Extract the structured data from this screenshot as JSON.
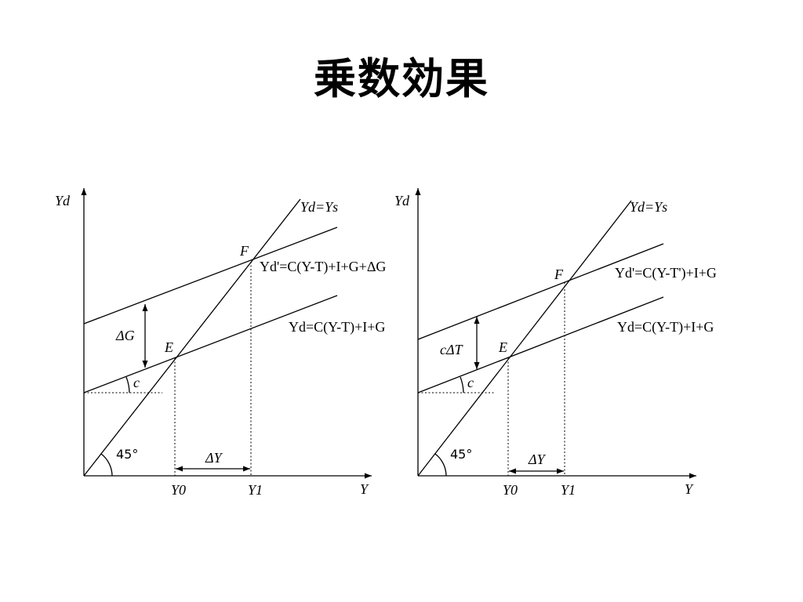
{
  "slide": {
    "title": "乗数効果"
  },
  "left_diagram": {
    "y_axis": "Yd",
    "x_axis": "Y",
    "line_45": "Yd=Ys",
    "line_new": "Yd'=C(Y-T)+I+G+ΔG",
    "line_old": "Yd=C(Y-T)+I+G",
    "shift": "ΔG",
    "slope": "c",
    "angle": "45°",
    "point_e": "E",
    "point_f": "F",
    "delta_y": "ΔY",
    "y0": "Y0",
    "y1": "Y1"
  },
  "right_diagram": {
    "y_axis": "Yd",
    "x_axis": "Y",
    "line_45": "Yd=Ys",
    "line_new": "Yd'=C(Y-T')+I+G",
    "line_old": "Yd=C(Y-T)+I+G",
    "shift": "cΔT",
    "slope": "c",
    "angle": "45°",
    "point_e": "E",
    "point_f": "F",
    "delta_y": "ΔY",
    "y0": "Y0",
    "y1": "Y1"
  }
}
